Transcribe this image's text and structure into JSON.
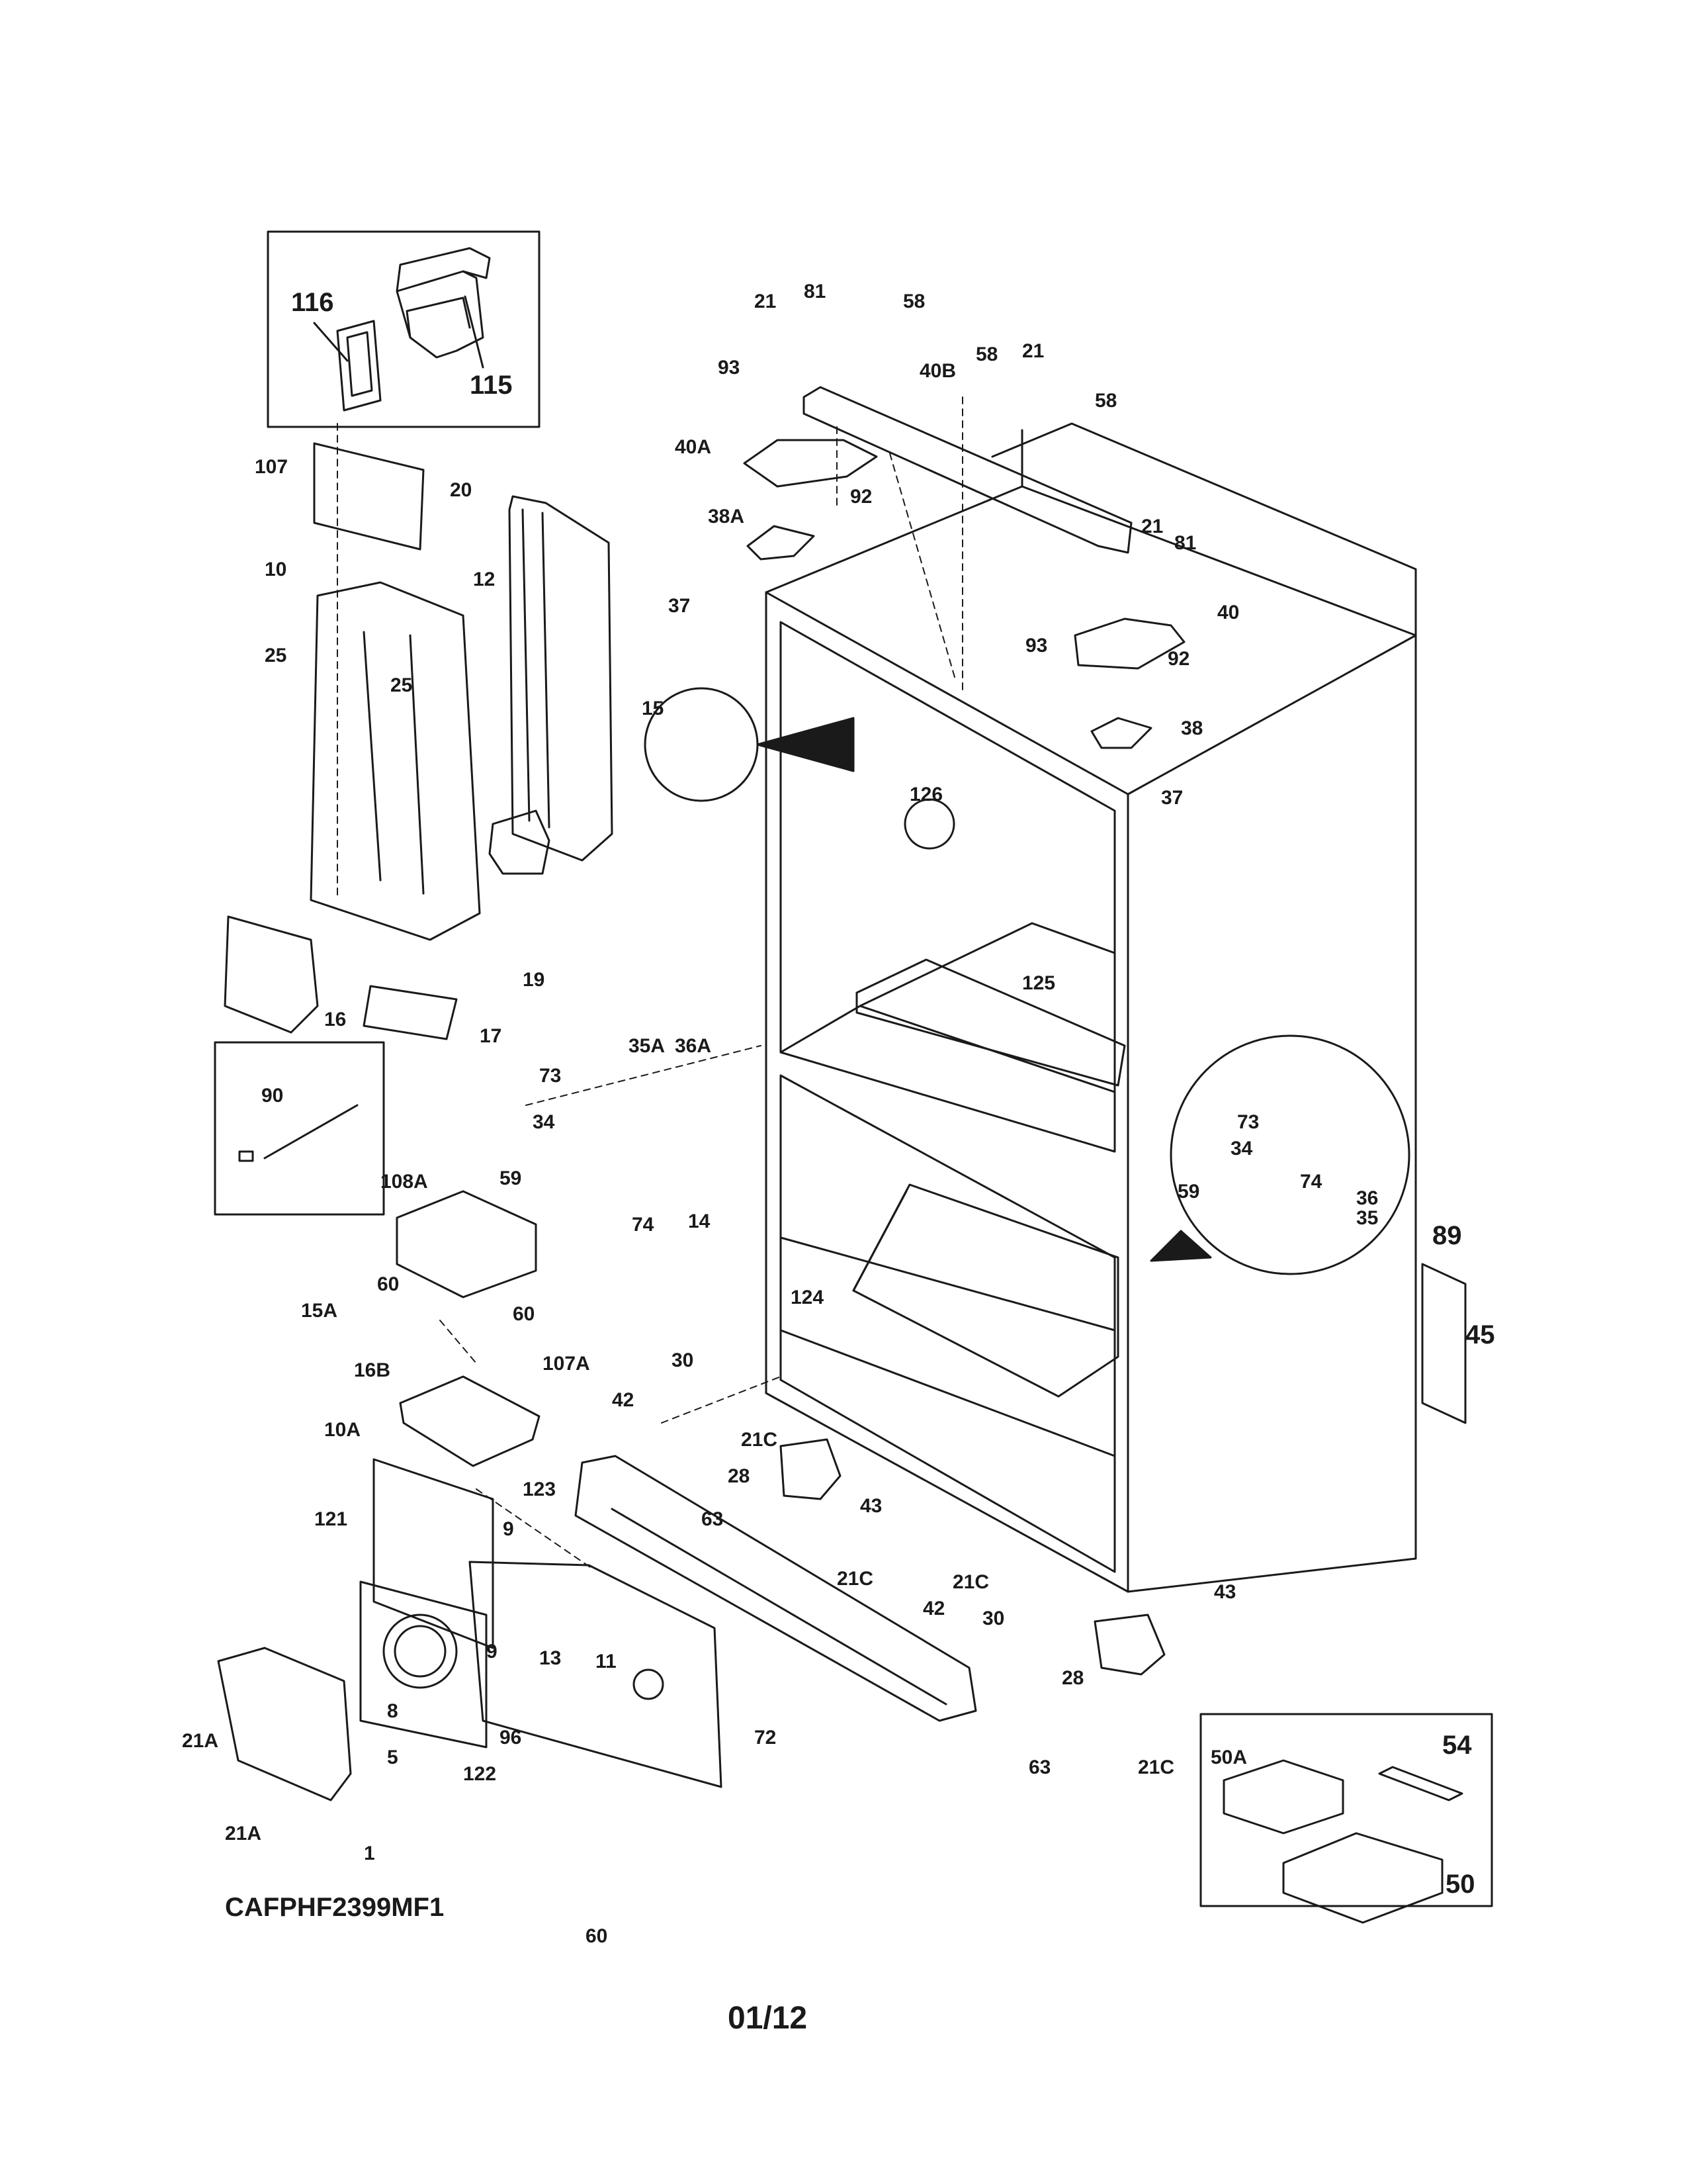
{
  "diagram": {
    "model_id": "CAFPHF2399MF1",
    "page_number": "01/12",
    "callouts": [
      {
        "label": "116",
        "size": "lg"
      },
      {
        "label": "115",
        "size": "lg"
      },
      {
        "label": "107"
      },
      {
        "label": "20"
      },
      {
        "label": "10"
      },
      {
        "label": "12"
      },
      {
        "label": "25"
      },
      {
        "label": "25"
      },
      {
        "label": "19"
      },
      {
        "label": "16"
      },
      {
        "label": "17"
      },
      {
        "label": "90"
      },
      {
        "label": "108A"
      },
      {
        "label": "60"
      },
      {
        "label": "15A"
      },
      {
        "label": "60"
      },
      {
        "label": "16B"
      },
      {
        "label": "107A"
      },
      {
        "label": "10A"
      },
      {
        "label": "121"
      },
      {
        "label": "123"
      },
      {
        "label": "9"
      },
      {
        "label": "9"
      },
      {
        "label": "13"
      },
      {
        "label": "11"
      },
      {
        "label": "8"
      },
      {
        "label": "5"
      },
      {
        "label": "96"
      },
      {
        "label": "122"
      },
      {
        "label": "21A"
      },
      {
        "label": "21A"
      },
      {
        "label": "1"
      },
      {
        "label": "60"
      },
      {
        "label": "72"
      },
      {
        "label": "21"
      },
      {
        "label": "81"
      },
      {
        "label": "58"
      },
      {
        "label": "93"
      },
      {
        "label": "40B"
      },
      {
        "label": "58"
      },
      {
        "label": "21"
      },
      {
        "label": "58"
      },
      {
        "label": "40A"
      },
      {
        "label": "92"
      },
      {
        "label": "38A"
      },
      {
        "label": "21"
      },
      {
        "label": "81"
      },
      {
        "label": "37"
      },
      {
        "label": "40"
      },
      {
        "label": "93"
      },
      {
        "label": "92"
      },
      {
        "label": "15"
      },
      {
        "label": "38"
      },
      {
        "label": "126"
      },
      {
        "label": "37"
      },
      {
        "label": "125"
      },
      {
        "label": "73"
      },
      {
        "label": "35A"
      },
      {
        "label": "36A"
      },
      {
        "label": "34"
      },
      {
        "label": "59"
      },
      {
        "label": "74"
      },
      {
        "label": "14"
      },
      {
        "label": "124"
      },
      {
        "label": "73"
      },
      {
        "label": "34"
      },
      {
        "label": "59"
      },
      {
        "label": "36"
      },
      {
        "label": "35"
      },
      {
        "label": "74"
      },
      {
        "label": "89",
        "size": "lg"
      },
      {
        "label": "45",
        "size": "lg"
      },
      {
        "label": "30"
      },
      {
        "label": "42"
      },
      {
        "label": "21C"
      },
      {
        "label": "28"
      },
      {
        "label": "63"
      },
      {
        "label": "43"
      },
      {
        "label": "21C"
      },
      {
        "label": "21C"
      },
      {
        "label": "42"
      },
      {
        "label": "30"
      },
      {
        "label": "43"
      },
      {
        "label": "28"
      },
      {
        "label": "63"
      },
      {
        "label": "21C"
      },
      {
        "label": "50A"
      },
      {
        "label": "54",
        "size": "lg"
      },
      {
        "label": "50",
        "size": "lg"
      }
    ]
  },
  "colors": {
    "ink": "#1a1a1a",
    "paper": "#ffffff",
    "shade": "#555555"
  }
}
